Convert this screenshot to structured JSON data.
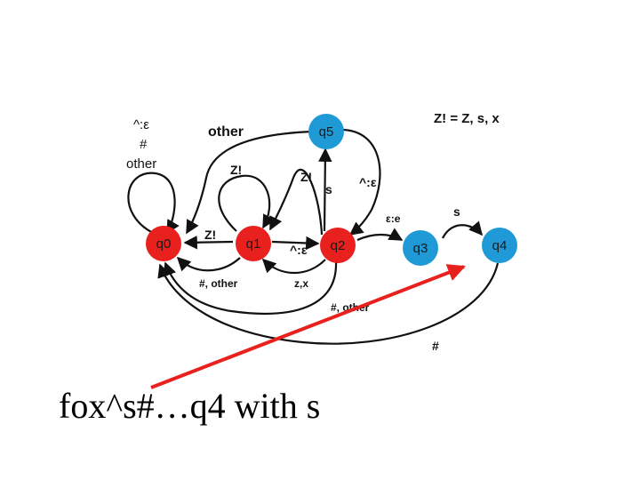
{
  "diagram": {
    "states": [
      {
        "id": "q0",
        "label": "q0",
        "color": "#e8201e"
      },
      {
        "id": "q1",
        "label": "q1",
        "color": "#e8201e"
      },
      {
        "id": "q2",
        "label": "q2",
        "color": "#e8201e"
      },
      {
        "id": "q3",
        "label": "q3",
        "color": "#1f9ad6"
      },
      {
        "id": "q4",
        "label": "q4",
        "color": "#1f9ad6"
      },
      {
        "id": "q5",
        "label": "q5",
        "color": "#1f9ad6"
      }
    ],
    "definition": "Z! = Z, s, x",
    "labels": {
      "q0_self_1": "^:ε",
      "q0_self_2": "#",
      "q0_self_3": "other",
      "q5_to_q0": "other",
      "q1_self": "Z!",
      "q2_to_q1": "Z!",
      "q2_to_q5": "s",
      "q5_to_q2": "^:ε",
      "q1_to_q0": "Z!",
      "q1_to_q2": "^:ε",
      "q1_back_q0": "#, other",
      "q2_back_q1": "z,x",
      "q2_back_q0": "#, other",
      "q2_to_q3": "ε:e",
      "q3_to_q4": "s",
      "q4_to_q0": "#"
    },
    "caption": "fox^s#…q4 with s",
    "arrow_color": "#e8201e"
  }
}
